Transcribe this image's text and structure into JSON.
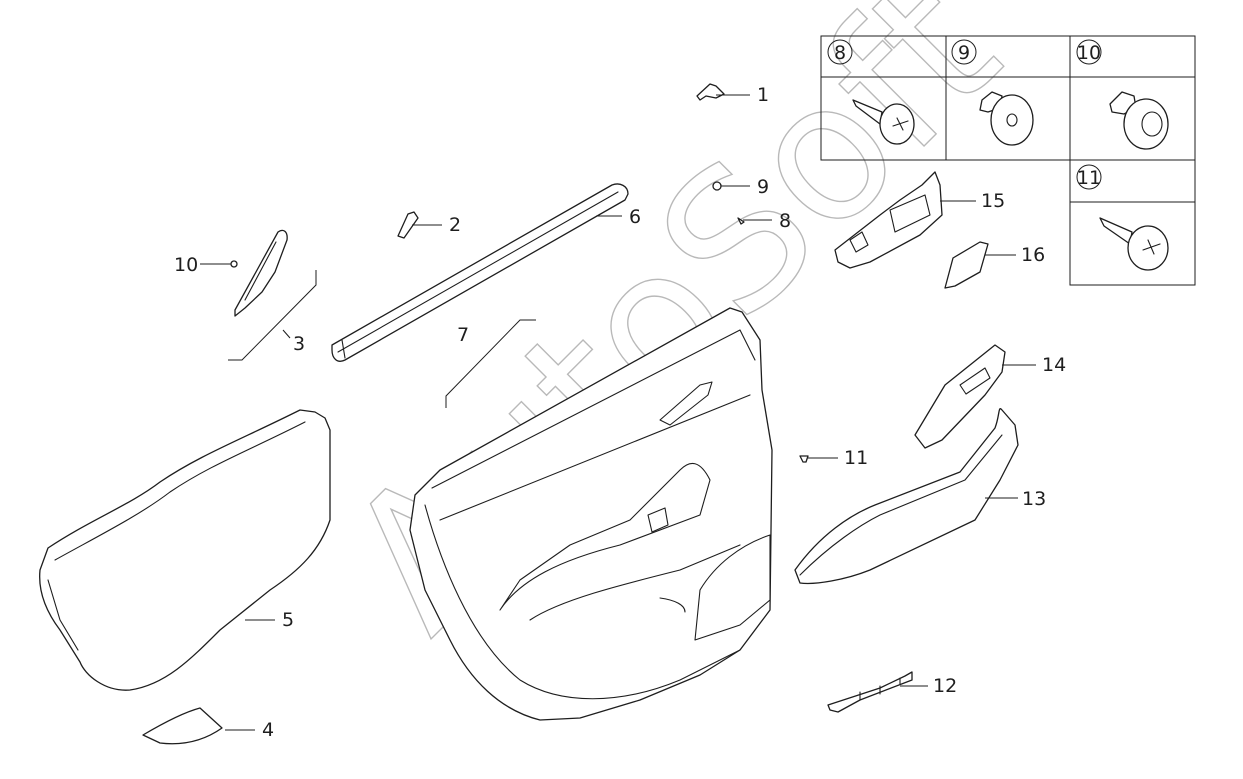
{
  "parts": [
    {
      "id": "1",
      "label": "1"
    },
    {
      "id": "2",
      "label": "2"
    },
    {
      "id": "3",
      "label": "3"
    },
    {
      "id": "4",
      "label": "4"
    },
    {
      "id": "5",
      "label": "5"
    },
    {
      "id": "6",
      "label": "6"
    },
    {
      "id": "7",
      "label": "7"
    },
    {
      "id": "8",
      "label": "8"
    },
    {
      "id": "9",
      "label": "9"
    },
    {
      "id": "10",
      "label": "10"
    },
    {
      "id": "11",
      "label": "11"
    },
    {
      "id": "12",
      "label": "12"
    },
    {
      "id": "13",
      "label": "13"
    },
    {
      "id": "14",
      "label": "14"
    },
    {
      "id": "15",
      "label": "15"
    },
    {
      "id": "16",
      "label": "16"
    }
  ],
  "fastener_table": [
    {
      "label": "8"
    },
    {
      "label": "9"
    },
    {
      "label": "10"
    },
    {
      "label": "11"
    }
  ],
  "watermark": "AutoSoft"
}
